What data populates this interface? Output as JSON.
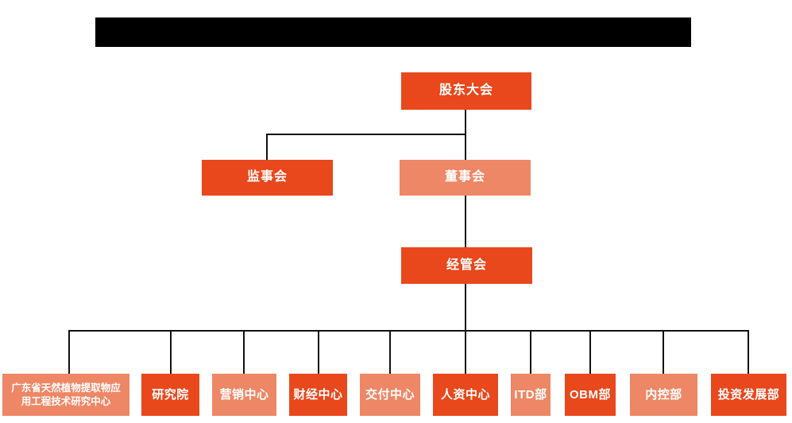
{
  "header": {
    "redacted_title_bar": true
  },
  "org_chart": {
    "type": "org-hierarchy",
    "root": {
      "label": "股东大会"
    },
    "level2": [
      {
        "label": "监事会",
        "shade": "dark"
      },
      {
        "label": "董事会",
        "shade": "light"
      }
    ],
    "level3": {
      "label": "经管会",
      "shade": "dark"
    },
    "departments": [
      {
        "label": "广东省天然植物提取物应\n用工程技术研究中心",
        "shade": "light"
      },
      {
        "label": "研究院",
        "shade": "dark"
      },
      {
        "label": "营销中心",
        "shade": "light"
      },
      {
        "label": "财经中心",
        "shade": "dark"
      },
      {
        "label": "交付中心",
        "shade": "light"
      },
      {
        "label": "人资中心",
        "shade": "dark"
      },
      {
        "label": "ITD部",
        "shade": "light"
      },
      {
        "label": "OBM部",
        "shade": "dark"
      },
      {
        "label": "内控部",
        "shade": "light"
      },
      {
        "label": "投资发展部",
        "shade": "dark"
      }
    ]
  },
  "colors": {
    "dark_orange": "#e8481c",
    "light_orange": "#ee8765",
    "line": "#111111",
    "redacted_bar": "#000000",
    "background": "#ffffff",
    "node_text": "#ffffff"
  }
}
